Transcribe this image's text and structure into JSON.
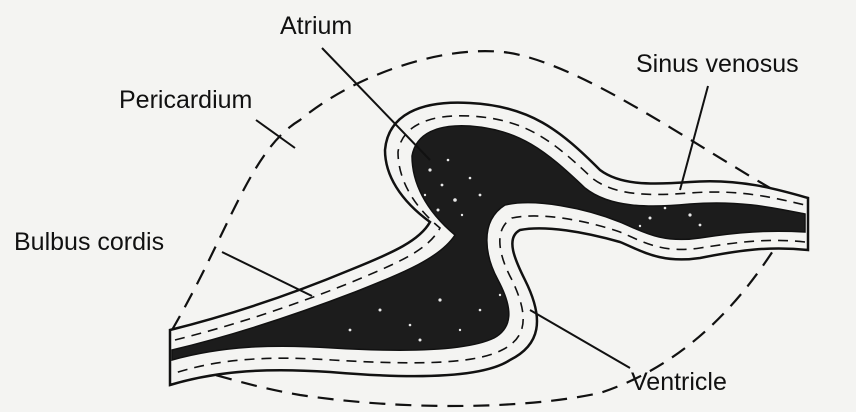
{
  "labels": {
    "atrium": "Atrium",
    "sinus_venosus": "Sinus venosus",
    "pericardium": "Pericardium",
    "bulbus_cordis": "Bulbus cordis",
    "ventricle": "Ventricle"
  },
  "colors": {
    "background": "#f4f4f2",
    "ink": "#111111",
    "lumen": "#1c1c1c",
    "wall": "#f4f4f2"
  }
}
